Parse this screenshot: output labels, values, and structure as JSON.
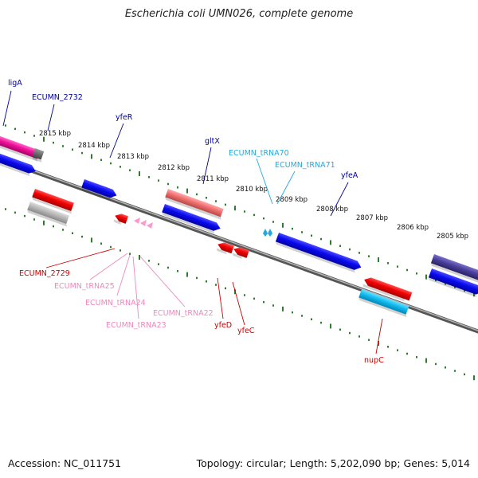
{
  "title": "Escherichia coli UMN026, complete genome",
  "footer": {
    "accession": "Accession: NC_011751",
    "summary": "Topology: circular; Length: 5,202,090 bp; Genes: 5,014"
  },
  "colors": {
    "forward": "#0000ee",
    "reverse": "#ee0000",
    "trna": "#ff99cc",
    "tick": "#2e7d2e",
    "genome": "#8a8a8a",
    "label_forward": "#000099",
    "label_reverse": "#cc0000",
    "label_trna_fwd": "#22aadd",
    "label_trna_rev": "#ee88bb"
  },
  "scale": {
    "ticks": [
      {
        "label": "2815 kbp"
      },
      {
        "label": "2814 kbp"
      },
      {
        "label": "2813 kbp"
      },
      {
        "label": "2812 kbp"
      },
      {
        "label": "2811 kbp"
      },
      {
        "label": "2810 kbp"
      },
      {
        "label": "2809 kbp"
      },
      {
        "label": "2808 kbp"
      },
      {
        "label": "2807 kbp"
      },
      {
        "label": "2806 kbp"
      },
      {
        "label": "2805 kbp"
      }
    ]
  },
  "genes": [
    {
      "name": "ligA",
      "strand": "forward"
    },
    {
      "name": "ECUMN_2732",
      "strand": "forward"
    },
    {
      "name": "yfeR",
      "strand": "forward"
    },
    {
      "name": "gltX",
      "strand": "forward"
    },
    {
      "name": "ECUMN_tRNA70",
      "strand": "forward",
      "type": "trna"
    },
    {
      "name": "ECUMN_tRNA71",
      "strand": "forward",
      "type": "trna"
    },
    {
      "name": "yfeA",
      "strand": "forward"
    },
    {
      "name": "ECUMN_2729",
      "strand": "reverse"
    },
    {
      "name": "ECUMN_tRNA25",
      "strand": "reverse",
      "type": "trna"
    },
    {
      "name": "ECUMN_tRNA24",
      "strand": "reverse",
      "type": "trna"
    },
    {
      "name": "ECUMN_tRNA23",
      "strand": "reverse",
      "type": "trna"
    },
    {
      "name": "ECUMN_tRNA22",
      "strand": "reverse",
      "type": "trna"
    },
    {
      "name": "yfeD",
      "strand": "reverse"
    },
    {
      "name": "yfeC",
      "strand": "reverse"
    },
    {
      "name": "nupC",
      "strand": "reverse"
    }
  ]
}
